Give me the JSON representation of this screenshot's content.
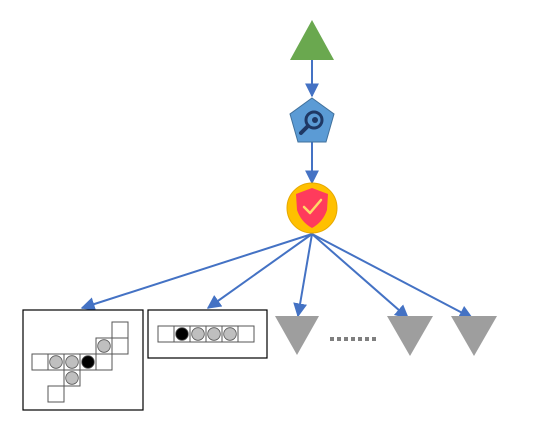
{
  "diagram": {
    "colors": {
      "root_triangle": "#6aa84f",
      "inspector_pentagon": "#5b9bd5",
      "inspector_icon": "#1f3864",
      "validator_circle": "#ffc000",
      "validator_shield": "#ff3b5c",
      "validator_check": "#ffd966",
      "edge": "#4472c4",
      "leaf_triangle": "#9e9e9e",
      "grid_cell_border": "#555555",
      "filled_dot": "#000000",
      "empty_dot": "#bfbfbf"
    },
    "nodes": {
      "root": {
        "shape": "triangle-up"
      },
      "inspector": {
        "shape": "pentagon",
        "icon": "magnifier-icon"
      },
      "validator": {
        "shape": "circle",
        "icon": "shield-check-icon"
      },
      "children": [
        {
          "type": "cross-grid"
        },
        {
          "type": "row-grid"
        },
        {
          "type": "triangle-down"
        },
        {
          "type": "ellipsis-dots"
        },
        {
          "type": "triangle-down"
        },
        {
          "type": "triangle-down"
        }
      ]
    },
    "cross_grid_cells": [
      {
        "state": "empty"
      },
      {
        "state": "grey"
      },
      {
        "state": "empty"
      },
      {
        "state": "grey"
      },
      {
        "state": "grey"
      },
      {
        "state": "filled"
      },
      {
        "state": "empty"
      },
      {
        "state": "grey"
      },
      {
        "state": "empty"
      }
    ],
    "row_grid_cells": [
      {
        "state": "empty"
      },
      {
        "state": "filled"
      },
      {
        "state": "grey"
      },
      {
        "state": "grey"
      },
      {
        "state": "grey"
      },
      {
        "state": "empty"
      }
    ]
  }
}
